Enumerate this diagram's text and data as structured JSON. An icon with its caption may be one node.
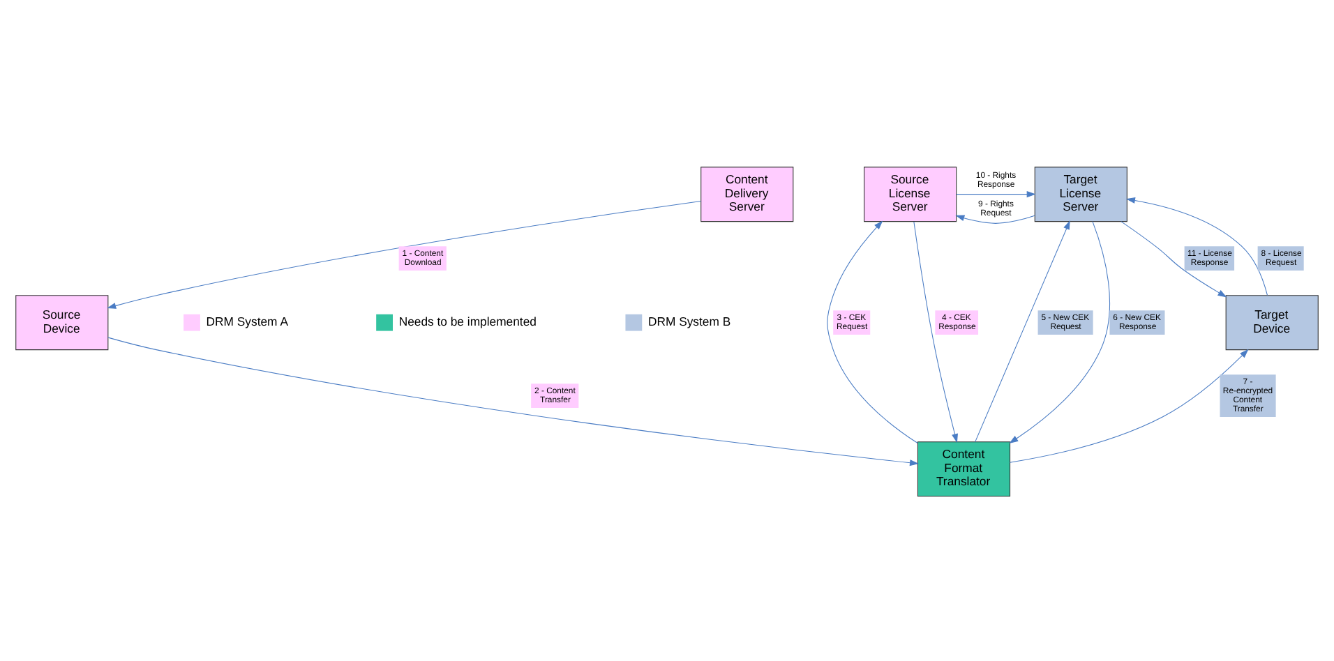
{
  "diagram": {
    "nodes": [
      {
        "text": [
          "Content Delivery Server"
        ]
      },
      {
        "text": [
          "Source License Server"
        ]
      },
      {
        "text": [
          "Target License Server"
        ]
      },
      {
        "text": [
          "Content Format Translator"
        ]
      },
      {
        "text": [
          "Source Device"
        ]
      },
      {
        "text": [
          "Target Device"
        ]
      }
    ],
    "edges": [
      {
        "from": 0,
        "to": 4,
        "arrow": "to",
        "label": "1 - Content Download"
      },
      {
        "from": 4,
        "to": 3,
        "arrow": "to",
        "label": "2 - Content Transfer"
      },
      {
        "from": 3,
        "to": 1,
        "arrow": "to",
        "label": "3 - CEK Request"
      },
      {
        "from": 1,
        "to": 3,
        "arrow": "to",
        "label": "4 - CEK Response"
      },
      {
        "from": 3,
        "to": 2,
        "arrow": "to",
        "label": "5 - New CEK Request"
      },
      {
        "from": 2,
        "to": 3,
        "arrow": "to",
        "label": "6 - New CEK Response"
      },
      {
        "from": 3,
        "to": 5,
        "arrow": "to",
        "label": "7 - Re-encrypted Content Transfer"
      },
      {
        "from": 5,
        "to": 2,
        "arrow": "to",
        "label": "8 - License Request"
      },
      {
        "from": 2,
        "to": 1,
        "arrow": "to",
        "label": "9 - Rights Request"
      },
      {
        "from": 1,
        "to": 2,
        "arrow": "to",
        "label": "10 - Rights Response"
      },
      {
        "from": 2,
        "to": 5,
        "arrow": "to",
        "label": "11 - License Response"
      }
    ],
    "legend": [
      {
        "text": "DRM System A",
        "color": "#ffccff"
      },
      {
        "text": "Needs to be implemented",
        "color": "#33c3a0"
      },
      {
        "text": "DRM System B",
        "color": "#b4c7e2"
      }
    ]
  }
}
